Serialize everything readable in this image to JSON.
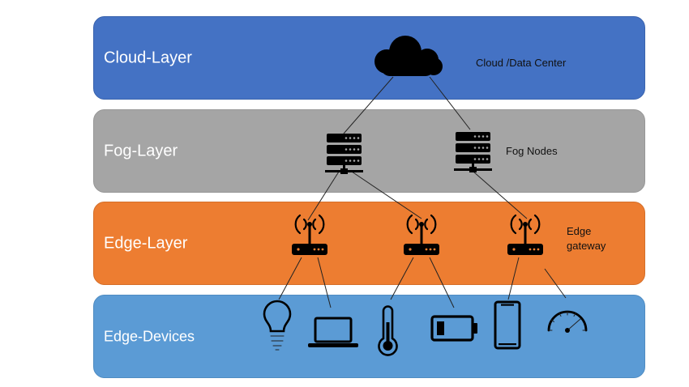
{
  "layers": {
    "cloud": "Cloud-Layer",
    "fog": "Fog-Layer",
    "edge": "Edge-Layer",
    "devices": "Edge-Devices"
  },
  "labels": {
    "cloud": "Cloud /Data Center",
    "fog": "Fog Nodes",
    "edge_line1": "Edge",
    "edge_line2": "gateway"
  },
  "icons": [
    "cloud-icon",
    "server-icon",
    "router-icon",
    "lightbulb-icon",
    "laptop-icon",
    "thermometer-icon",
    "battery-icon",
    "smartphone-icon",
    "speedometer-icon"
  ],
  "colors": {
    "cloud_layer": "#4472c4",
    "fog_layer": "#a5a5a5",
    "edge_layer": "#ed7d31",
    "devices_layer": "#5b9bd5",
    "icon": "#000000"
  }
}
